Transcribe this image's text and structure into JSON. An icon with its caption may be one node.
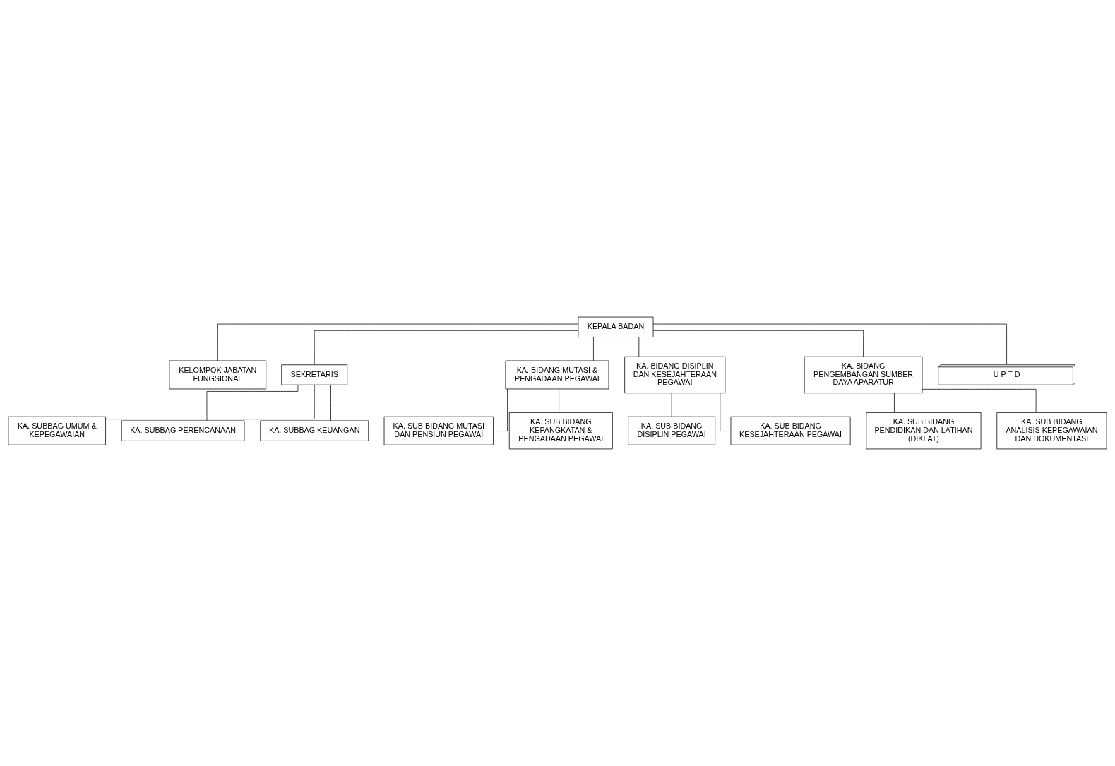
{
  "diagram": {
    "nodes": [
      {
        "text": [
          "KEPALA BADAN"
        ]
      },
      {
        "text": [
          "KELOMPOK JABATAN FUNGSIONAL"
        ]
      },
      {
        "text": [
          "SEKRETARIS"
        ]
      },
      {
        "text": [
          "KA. SUBBAG UMUM & KEPEGAWAIAN"
        ]
      },
      {
        "text": [
          "KA. SUBBAG PERENCANAAN"
        ]
      },
      {
        "text": [
          "KA. SUBBAG KEUANGAN"
        ]
      },
      {
        "text": [
          "KA. BIDANG MUTASI & PENGADAAN PEGAWAI"
        ]
      },
      {
        "text": [
          "KA. BIDANG DISIPLIN DAN KESEJAHTERAAN PEGAWAI"
        ]
      },
      {
        "text": [
          "KA. BIDANG PENGEMBANGAN SUMBER DAYA APARATUR"
        ]
      },
      {
        "text": [
          "KA. SUB BIDANG MUTASI DAN PENSIUN PEGAWAI"
        ]
      },
      {
        "text": [
          "KA. SUB BIDANG KEPANGKATAN & PENGADAAN PEGAWAI"
        ]
      },
      {
        "text": [
          "KA. SUB BIDANG DISIPLIN PEGAWAI"
        ]
      },
      {
        "text": [
          "KA. SUB BIDANG KESEJAHTERAAN PEGAWAI"
        ]
      },
      {
        "text": [
          "KA. SUB BIDANG PENDIDIKAN DAN LATIHAN (DIKLAT)"
        ]
      },
      {
        "text": [
          "KA. SUB BIDANG ANALISIS KEPEGAWAIAN DAN DOKUMENTASI"
        ]
      },
      {
        "text": [
          "U P T D"
        ]
      }
    ],
    "edges": [
      {
        "from": 0,
        "to": 1,
        "arrow": "none"
      },
      {
        "from": 0,
        "to": 2,
        "arrow": "none"
      },
      {
        "from": 2,
        "to": 3,
        "arrow": "none"
      },
      {
        "from": 2,
        "to": 4,
        "arrow": "none"
      },
      {
        "from": 2,
        "to": 5,
        "arrow": "none"
      },
      {
        "from": 0,
        "to": 6,
        "arrow": "none"
      },
      {
        "from": 0,
        "to": 7,
        "arrow": "none"
      },
      {
        "from": 0,
        "to": 8,
        "arrow": "none"
      },
      {
        "from": 6,
        "to": 9,
        "arrow": "none"
      },
      {
        "from": 6,
        "to": 10,
        "arrow": "none"
      },
      {
        "from": 7,
        "to": 11,
        "arrow": "none"
      },
      {
        "from": 7,
        "to": 12,
        "arrow": "none"
      },
      {
        "from": 8,
        "to": 13,
        "arrow": "none"
      },
      {
        "from": 8,
        "to": 14,
        "arrow": "none"
      },
      {
        "from": 0,
        "to": 15,
        "arrow": "none"
      }
    ]
  }
}
